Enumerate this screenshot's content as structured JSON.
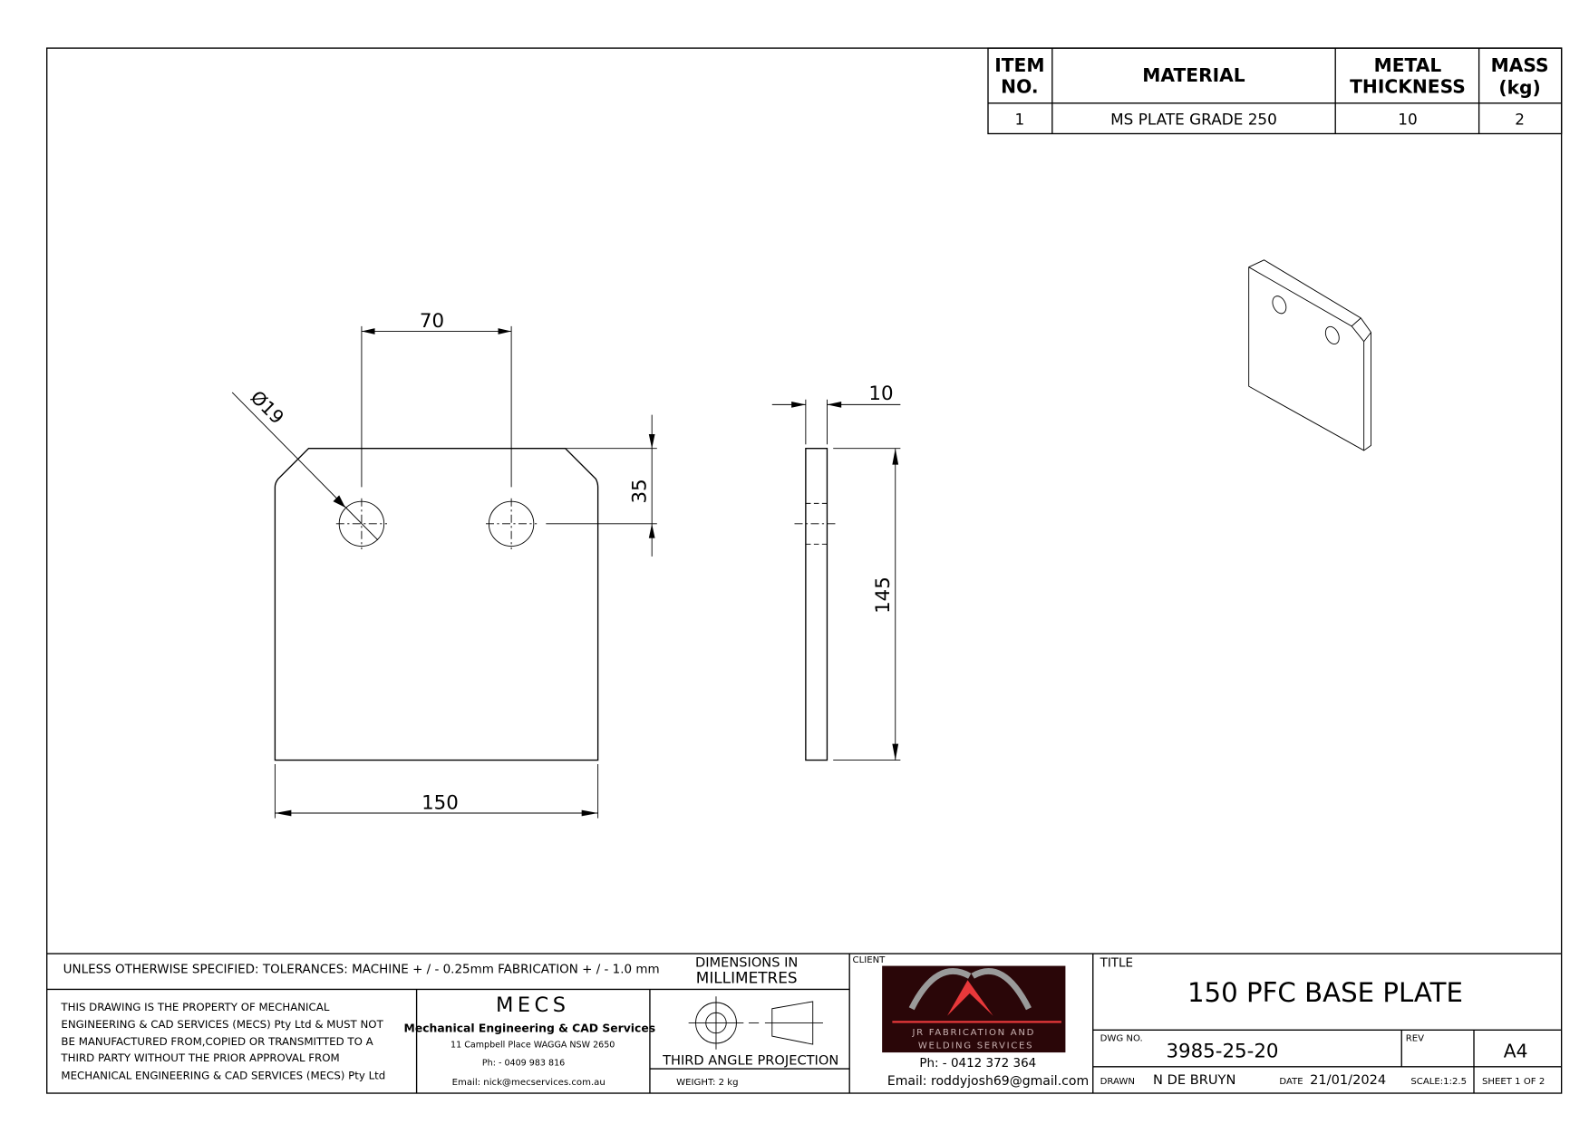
{
  "bom": {
    "headers": {
      "item_1": "ITEM",
      "item_2": "NO.",
      "material": "MATERIAL",
      "thickness_1": "METAL",
      "thickness_2": "THICKNESS",
      "mass_1": "MASS",
      "mass_2": "(kg)"
    },
    "rows": [
      {
        "item": "1",
        "material": "MS PLATE GRADE 250",
        "thickness": "10",
        "mass": "2"
      }
    ]
  },
  "dimensions": {
    "hole_spacing": "70",
    "hole_diameter": "Ø19",
    "hole_offset": "35",
    "width": "150",
    "thickness": "10",
    "height": "145"
  },
  "title_block": {
    "tolerances": "UNLESS OTHERWISE SPECIFIED: TOLERANCES: MACHINE + / - 0.25mm  FABRICATION + / - 1.0 mm",
    "units_1": "DIMENSIONS IN",
    "units_2": "MILLIMETRES",
    "property": [
      "THIS DRAWING IS THE PROPERTY OF MECHANICAL",
      "ENGINEERING & CAD SERVICES (MECS) Pty Ltd & MUST NOT",
      "BE MANUFACTURED FROM,COPIED OR TRANSMITTED TO A",
      "THIRD PARTY WITHOUT THE PRIOR APPROVAL FROM",
      "MECHANICAL ENGINEERING & CAD SERVICES (MECS) Pty Ltd"
    ],
    "company": {
      "logo": "MECS",
      "name": "Mechanical Engineering & CAD Services",
      "address": "11 Campbell Place WAGGA NSW 2650",
      "phone": "Ph: - 0409 983 816",
      "email": "Email: nick@mecservices.com.au"
    },
    "projection": "THIRD ANGLE PROJECTION",
    "weight": "WEIGHT: 2 kg",
    "client": {
      "label": "CLIENT",
      "logo_line_1": "JR FABRICATION AND",
      "logo_line_2": "WELDING SERVICES",
      "phone": "Ph: - 0412 372 364",
      "email": "Email: roddyjosh69@gmail.com"
    },
    "title_label": "TITLE",
    "title": "150 PFC BASE PLATE",
    "dwg_label": "DWG NO.",
    "dwg_no": "3985-25-20",
    "rev_label": "REV",
    "size": "A4",
    "drawn_label": "DRAWN",
    "drawn": "N DE BRUYN",
    "date_label": "DATE",
    "date": "21/01/2024",
    "scale": "SCALE:1:2.5",
    "sheet": "SHEET 1 OF 2"
  },
  "colors": {
    "logo_bg": "#2a0608",
    "logo_red": "#e8383a",
    "logo_grey": "#9a9a9a"
  }
}
